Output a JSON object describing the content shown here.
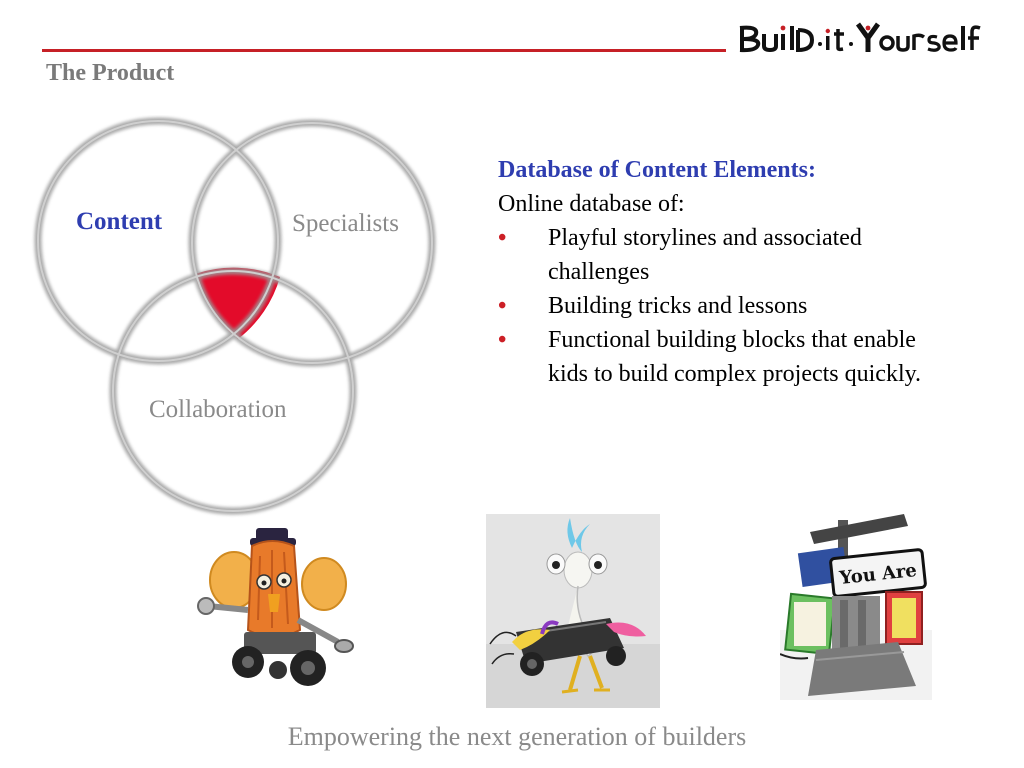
{
  "header": {
    "logo_text": "Build·it·Yourself",
    "title": "The Product",
    "accent_color": "#c62026"
  },
  "venn": {
    "circles": [
      "Content",
      "Specialists",
      "Collaboration"
    ],
    "highlight_color": "#e30b2a"
  },
  "text": {
    "heading": "Database of Content Elements:",
    "intro": "Online database of:",
    "bullet_symbol": "•",
    "bullets": [
      "Playful storylines and associated challenges",
      "Building tricks and lessons",
      "Functional building blocks that enable kids to build complex projects quickly."
    ]
  },
  "photos": [
    {
      "icon": "robot-photo",
      "subject": "orange robot with ears on wheels"
    },
    {
      "icon": "bird-robot-photo",
      "subject": "feathered bird robot on a motor block"
    },
    {
      "icon": "sign-robot-photo",
      "subject": "lego sign machine"
    }
  ],
  "photo_sign_text": "You Are",
  "footer": {
    "tagline": "Empowering the next generation of builders"
  }
}
